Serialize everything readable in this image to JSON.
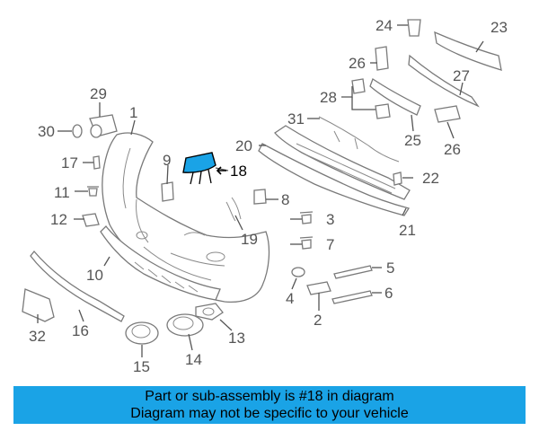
{
  "highlight_color": "#1aa3e6",
  "labels": {
    "p1": "1",
    "p2": "2",
    "p3": "3",
    "p4": "4",
    "p5": "5",
    "p6": "6",
    "p7": "7",
    "p8": "8",
    "p9": "9",
    "p10": "10",
    "p11": "11",
    "p12": "12",
    "p13": "13",
    "p14": "14",
    "p15": "15",
    "p16": "16",
    "p17": "17",
    "p18": "18",
    "p19": "19",
    "p20": "20",
    "p21": "21",
    "p22": "22",
    "p23": "23",
    "p24": "24",
    "p25": "25",
    "p26a": "26",
    "p26b": "26",
    "p27": "27",
    "p28": "28",
    "p29": "29",
    "p30": "30",
    "p31": "31",
    "p32": "32"
  },
  "banner": {
    "line1": "Part or sub-assembly is #18 in diagram",
    "line2": "Diagram may not be specific to your vehicle"
  }
}
